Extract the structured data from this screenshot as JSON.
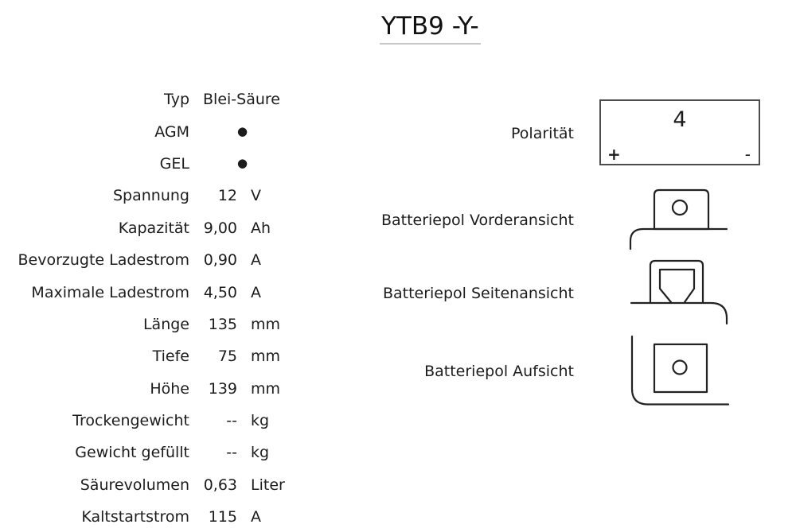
{
  "title": "YTB9 -Y-",
  "specs": {
    "rows": [
      {
        "label": "Typ",
        "value": "Blei-Säure",
        "unit": "",
        "type": "merged"
      },
      {
        "label": "AGM",
        "value": "●",
        "unit": "",
        "type": "bullet"
      },
      {
        "label": "GEL",
        "value": "●",
        "unit": "",
        "type": "bullet"
      },
      {
        "label": "Spannung",
        "value": "12",
        "unit": "V",
        "type": "normal"
      },
      {
        "label": "Kapazität",
        "value": "9,00",
        "unit": "Ah",
        "type": "normal"
      },
      {
        "label": "Bevorzugte Ladestrom",
        "value": "0,90",
        "unit": "A",
        "type": "normal"
      },
      {
        "label": "Maximale Ladestrom",
        "value": "4,50",
        "unit": "A",
        "type": "normal"
      },
      {
        "label": "Länge",
        "value": "135",
        "unit": "mm",
        "type": "normal"
      },
      {
        "label": "Tiefe",
        "value": "75",
        "unit": "mm",
        "type": "normal"
      },
      {
        "label": "Höhe",
        "value": "139",
        "unit": "mm",
        "type": "normal"
      },
      {
        "label": "Trockengewicht",
        "value": "--",
        "unit": "kg",
        "type": "normal"
      },
      {
        "label": "Gewicht gefüllt",
        "value": "--",
        "unit": "kg",
        "type": "normal"
      },
      {
        "label": "Säurevolumen",
        "value": "0,63",
        "unit": "Liter",
        "type": "normal"
      },
      {
        "label": "Kaltstartstrom",
        "value": "115",
        "unit": "A",
        "type": "normal"
      }
    ]
  },
  "polarity": {
    "label": "Polarität",
    "value": "4",
    "plus": "+",
    "minus": "-"
  },
  "pole_views": [
    {
      "label": "Batteriepol Vorderansicht",
      "icon": "battery-pole-front-diagram"
    },
    {
      "label": "Batteriepol Seitenansicht",
      "icon": "battery-pole-side-diagram"
    },
    {
      "label": "Batteriepol Aufsicht",
      "icon": "battery-pole-top-diagram"
    }
  ],
  "colors": {
    "text": "#1c1c1c",
    "title_underline": "#c6c6c6",
    "polarity_border": "#4d4d4d",
    "diagram_stroke": "#222222",
    "background": "#ffffff"
  }
}
